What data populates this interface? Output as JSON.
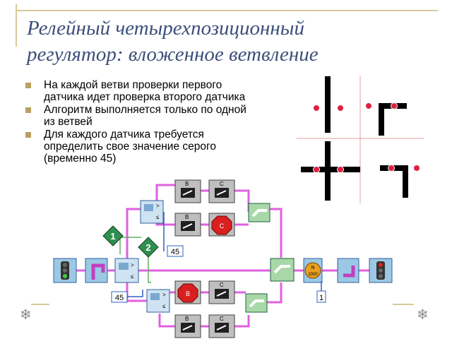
{
  "slide": {
    "title_line1": "Релейный четырехпозиционный",
    "title_line2": "регулятор: вложенное ветвление",
    "bullets": [
      "На каждой ветви проверки первого датчика идет проверка второго датчика",
      "Алгоритм выполняется только по одной из ветвей",
      "Для каждого датчика требуется определить свое значение серого (временно 45)"
    ]
  },
  "program": {
    "threshold_top": "45",
    "threshold_bottom": "45",
    "sensor_1_label": "1",
    "sensor_2_label": "2",
    "port_b": "B",
    "port_c": "C",
    "stop_b": "B",
    "stop_c": "C",
    "loop_count": "1",
    "timer_label": "N",
    "timer_value": "1000"
  },
  "colors": {
    "wire": "#e060e0",
    "wire_green": "#80d080",
    "block_fill": "#a8cfe8",
    "block_border": "#3060a0",
    "sensor_diamond": "#2f8f4f",
    "stop_red": "#d82020",
    "accent_gold": "#d8c89a",
    "title_blue": "#3d4f7a"
  },
  "icons": {
    "bullet": "square-bullet-icon",
    "corner": "snowflake-ornament-icon"
  }
}
